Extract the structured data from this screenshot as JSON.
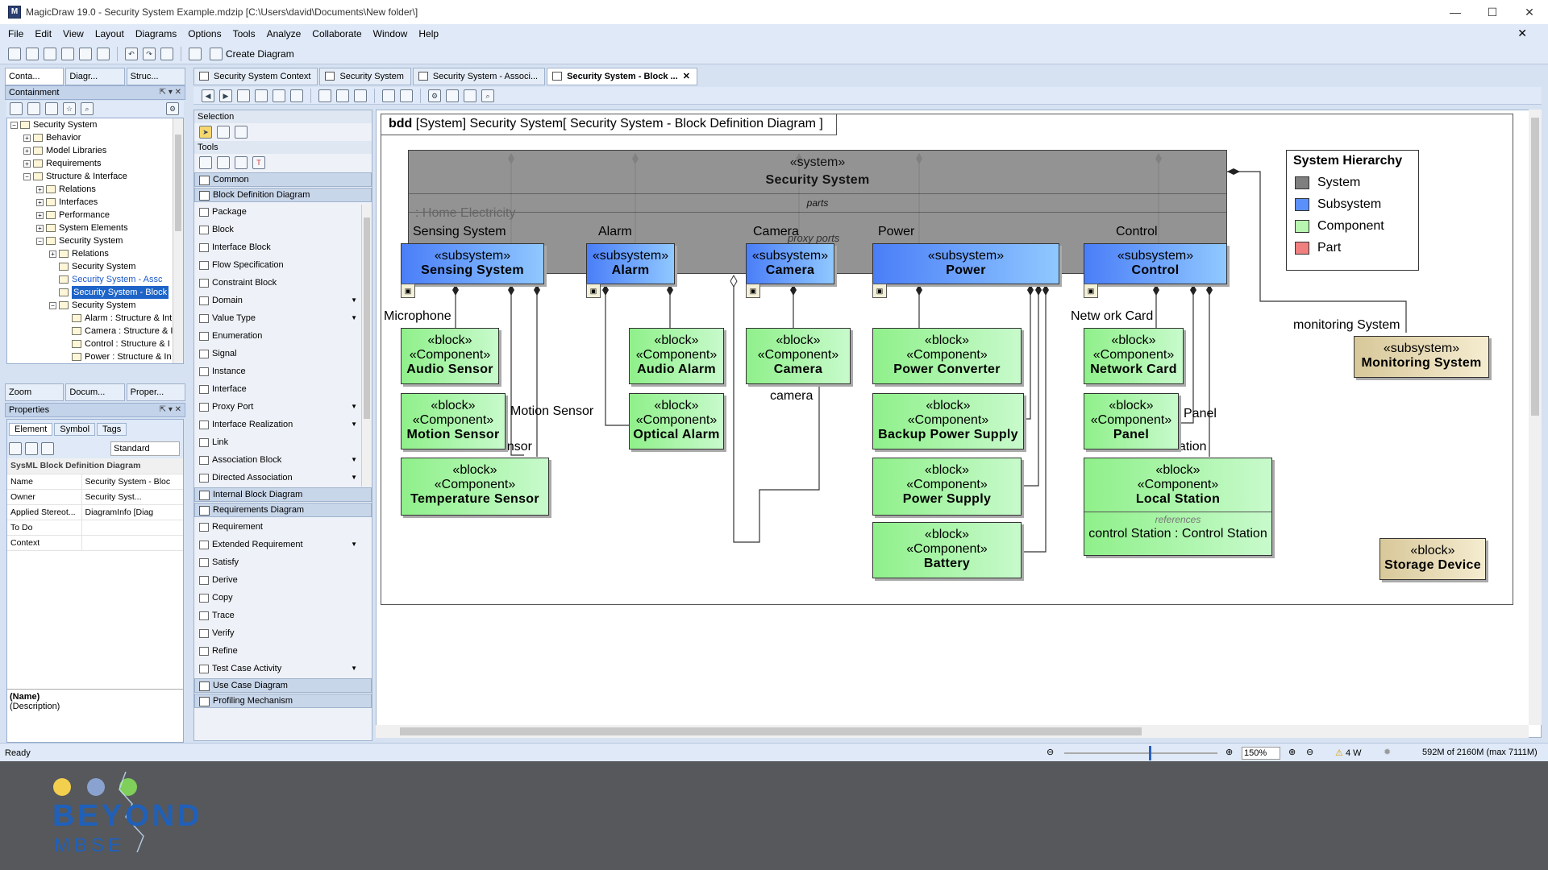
{
  "window": {
    "title": "MagicDraw 19.0 - Security System Example.mdzip [C:\\Users\\david\\Documents\\New folder\\]",
    "minimize": "—",
    "maximize": "☐",
    "close": "✕"
  },
  "menu": [
    "File",
    "Edit",
    "View",
    "Layout",
    "Diagrams",
    "Options",
    "Tools",
    "Analyze",
    "Collaborate",
    "Window",
    "Help"
  ],
  "toolbar": {
    "create_diagram": "Create Diagram"
  },
  "left_tabs": [
    "Conta...",
    "Diagr...",
    "Struc..."
  ],
  "containment": {
    "title": "Containment",
    "tree": [
      {
        "label": "Security System",
        "indent": 0,
        "exp": "−"
      },
      {
        "label": "Behavior",
        "indent": 1,
        "exp": "+"
      },
      {
        "label": "Model Libraries",
        "indent": 1,
        "exp": "+"
      },
      {
        "label": "Requirements",
        "indent": 1,
        "exp": "+"
      },
      {
        "label": "Structure & Interface",
        "indent": 1,
        "exp": "−"
      },
      {
        "label": "Relations",
        "indent": 2,
        "exp": "+"
      },
      {
        "label": "Interfaces",
        "indent": 2,
        "exp": "+"
      },
      {
        "label": "Performance",
        "indent": 2,
        "exp": "+"
      },
      {
        "label": "System Elements",
        "indent": 2,
        "exp": "+"
      },
      {
        "label": "Security System",
        "indent": 2,
        "exp": "−"
      },
      {
        "label": "Relations",
        "indent": 3,
        "exp": "+"
      },
      {
        "label": "Security System",
        "indent": 3,
        "exp": ""
      },
      {
        "label": "Security System - Assc",
        "indent": 3,
        "exp": "",
        "blue": true
      },
      {
        "label": "Security System - Block",
        "indent": 3,
        "exp": "",
        "selected": true
      },
      {
        "label": "Security System",
        "indent": 3,
        "exp": "−"
      },
      {
        "label": "Alarm : Structure & Int",
        "indent": 4,
        "exp": ""
      },
      {
        "label": "Camera : Structure & I",
        "indent": 4,
        "exp": ""
      },
      {
        "label": "Control : Structure & I",
        "indent": 4,
        "exp": ""
      },
      {
        "label": "Power : Structure & In",
        "indent": 4,
        "exp": ""
      }
    ]
  },
  "bottom_tabs": [
    "Zoom",
    "Docum...",
    "Proper..."
  ],
  "properties": {
    "title": "Properties",
    "tabs": [
      "Element",
      "Symbol",
      "Tags"
    ],
    "mode": "Standard",
    "group": "SysML Block Definition Diagram",
    "rows": [
      {
        "k": "Name",
        "v": "Security System - Bloc"
      },
      {
        "k": "Owner",
        "v": "Security Syst..."
      },
      {
        "k": "Applied Stereot...",
        "v": "DiagramInfo [Diag"
      },
      {
        "k": "To Do",
        "v": ""
      },
      {
        "k": "Context",
        "v": ""
      }
    ],
    "desc_name": "(Name)",
    "desc_text": "(Description)"
  },
  "doc_tabs": [
    "Security System Context",
    "Security System",
    "Security System - Associ...",
    "Security System - Block ..."
  ],
  "palette": {
    "selection": "Selection",
    "tools": "Tools",
    "groups_top": [
      "Common",
      "Block Definition Diagram"
    ],
    "items": [
      {
        "label": "Package"
      },
      {
        "label": "Block"
      },
      {
        "label": "Interface Block"
      },
      {
        "label": "Flow Specification"
      },
      {
        "label": "Constraint Block"
      },
      {
        "label": "Domain",
        "arr": true
      },
      {
        "label": "Value Type",
        "arr": true
      },
      {
        "label": "Enumeration"
      },
      {
        "label": "Signal"
      },
      {
        "label": "Instance"
      },
      {
        "label": "Interface"
      },
      {
        "label": "Proxy Port",
        "arr": true
      },
      {
        "label": "Interface Realization",
        "arr": true
      },
      {
        "label": "Link"
      },
      {
        "label": "Association Block",
        "arr": true
      },
      {
        "label": "Directed Association",
        "arr": true
      }
    ],
    "groups_mid": [
      "Internal Block Diagram",
      "Requirements Diagram"
    ],
    "req_items": [
      {
        "label": "Requirement"
      },
      {
        "label": "Extended Requirement",
        "arr": true
      },
      {
        "label": "Satisfy"
      },
      {
        "label": "Derive"
      },
      {
        "label": "Copy"
      },
      {
        "label": "Trace"
      },
      {
        "label": "Verify"
      },
      {
        "label": "Refine"
      },
      {
        "label": "Test Case Activity",
        "arr": true
      }
    ],
    "groups_bottom": [
      "Use Case Diagram",
      "Profiling Mechanism"
    ]
  },
  "diagram": {
    "frame_kind": "bdd",
    "frame_rest": "[System] Security System[ Security System - Block Definition Diagram ]",
    "system": {
      "stereo": "«system»",
      "name": "Security System",
      "parts": "parts",
      "proxy": "proxy ports"
    },
    "ghost_label": ": Home Electricity",
    "subsystems": [
      {
        "stereo": "«subsystem»",
        "name": "Sensing System",
        "role": "Sensing System"
      },
      {
        "stereo": "«subsystem»",
        "name": "Alarm",
        "role": "Alarm"
      },
      {
        "stereo": "«subsystem»",
        "name": "Camera",
        "role": "Camera"
      },
      {
        "stereo": "«subsystem»",
        "name": "Power",
        "role": "Power"
      },
      {
        "stereo": "«subsystem»",
        "name": "Control",
        "role": "Control"
      }
    ],
    "block_stereo": "«block»",
    "comp_stereo": "«Component»",
    "components": [
      {
        "name": "Audio Sensor"
      },
      {
        "name": "Motion Sensor"
      },
      {
        "name": "Temperature Sensor"
      },
      {
        "name": "Audio Alarm"
      },
      {
        "name": "Optical Alarm"
      },
      {
        "name": "Camera"
      },
      {
        "name": "Power Converter"
      },
      {
        "name": "Backup Power Supply"
      },
      {
        "name": "Power Supply"
      },
      {
        "name": "Battery"
      },
      {
        "name": "Network Card"
      },
      {
        "name": "Panel"
      },
      {
        "name": "Local Station"
      }
    ],
    "local_station_refs": "references",
    "local_station_ref_val": "control Station : Control Station",
    "roles": {
      "microphone": "Microphone",
      "motion": "Motion Sensor",
      "heat": "Heat Sensor",
      "camera": "camera",
      "netcard": "Netw ork Card",
      "panel": "Panel",
      "local": "Local Station",
      "monitoring": "monitoring System"
    },
    "monitoring": {
      "stereo": "«subsystem»",
      "name": "Monitoring System"
    },
    "storage": {
      "stereo": "«block»",
      "name": "Storage Device"
    },
    "legend": {
      "title": "System Hierarchy",
      "items": [
        {
          "label": "System",
          "color": "#7f7f7f"
        },
        {
          "label": "Subsystem",
          "color": "#5b8ff9"
        },
        {
          "label": "Component",
          "color": "#b8f5b0"
        },
        {
          "label": "Part",
          "color": "#f08080"
        }
      ]
    }
  },
  "status": {
    "ready": "Ready",
    "zoom": "150%",
    "warn": "4 W",
    "mem": "592M of 2160M (max 7111M)"
  },
  "logo": {
    "line1": "BEYOND",
    "line2": "MBSE",
    "dots": [
      "#f3cf4e",
      "#8aa2cf",
      "#7fcf5a"
    ]
  }
}
